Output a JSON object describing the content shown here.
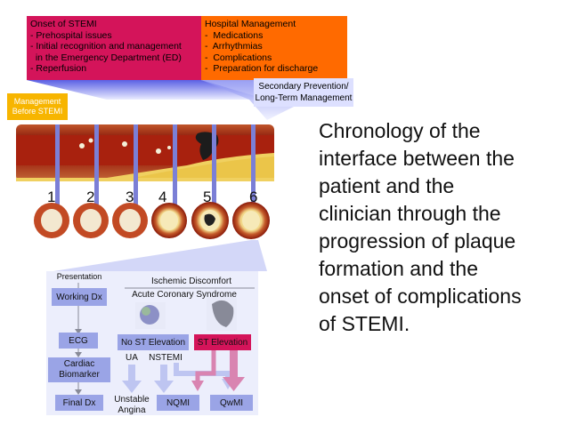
{
  "onset": {
    "lines": [
      "Onset of STEMI",
      "- Prehospital issues",
      "- Initial recognition and management",
      "  in the Emergency Department (ED)",
      "- Reperfusion"
    ]
  },
  "hospital": {
    "lines": [
      "Hospital Management",
      "-  Medications",
      "-  Arrhythmias",
      "-  Complications",
      "-  Preparation for discharge"
    ]
  },
  "secondary": {
    "line1": "Secondary Prevention/",
    "line2": "Long-Term Management"
  },
  "management_before": {
    "line1": "Management",
    "line2": "Before STEMI"
  },
  "stages": [
    "1",
    "2",
    "3",
    "4",
    "5",
    "6"
  ],
  "title_lines": [
    "Chronology of the",
    "interface between the",
    "patient and the",
    "clinician through the",
    "progression of plaque",
    "formation and the",
    "onset of complications",
    "of STEMI."
  ],
  "flow": {
    "presentation": "Presentation",
    "working_dx": "Working Dx",
    "ecg": "ECG",
    "cardiac_biomarker_1": "Cardiac",
    "cardiac_biomarker_2": "Biomarker",
    "final_dx": "Final Dx",
    "ischemic_discomfort": "Ischemic Discomfort",
    "acs": "Acute Coronary Syndrome",
    "no_st": "No ST Elevation",
    "st": "ST Elevation",
    "ua": "UA",
    "nstemi": "NSTEMI",
    "unstable_1": "Unstable",
    "unstable_2": "Angina",
    "nqmi": "NQMI",
    "qwmi": "QwMI"
  },
  "colors": {
    "onset": "#d4145a",
    "hospital": "#ff6a00",
    "secondary": "#dde0ff",
    "management": "#f7b500",
    "flow_box": "#9aa4e6",
    "st_box": "#d4145a"
  }
}
